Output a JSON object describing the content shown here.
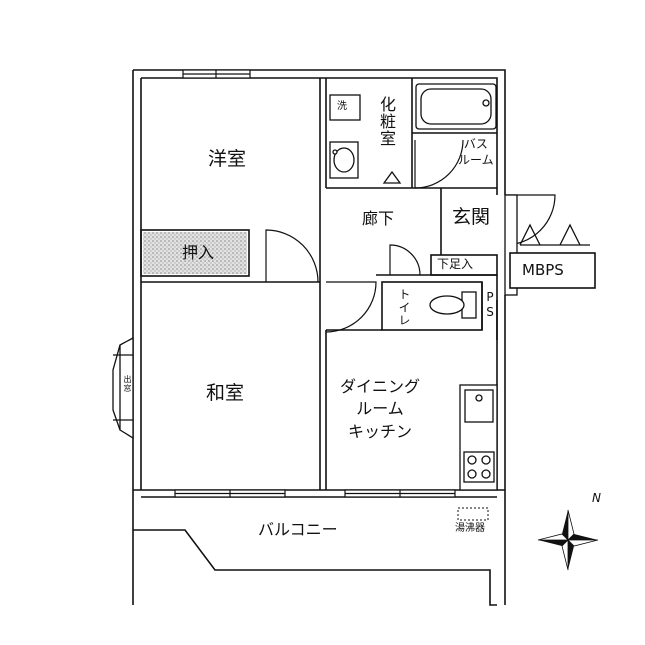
{
  "rooms": {
    "western_room": "洋室",
    "japanese_room": "和室",
    "closet": "押入",
    "wash": "洗",
    "vanity": "化粧室",
    "bath": "バス\nルーム",
    "hallway": "廊下",
    "entrance": "玄関",
    "shoe_box": "下足入",
    "mbps": "MBPS",
    "toilet": "トイレ",
    "ps": "PS",
    "dining_kitchen": "ダイニング\nルーム\nキッチン",
    "balcony": "バルコニー",
    "water_heater": "湯沸器",
    "bay_window": "出窓"
  },
  "compass": {
    "north_label": "N"
  },
  "colors": {
    "line": "#111111",
    "closet_fill": "#d8d8d8",
    "background": "#ffffff"
  }
}
